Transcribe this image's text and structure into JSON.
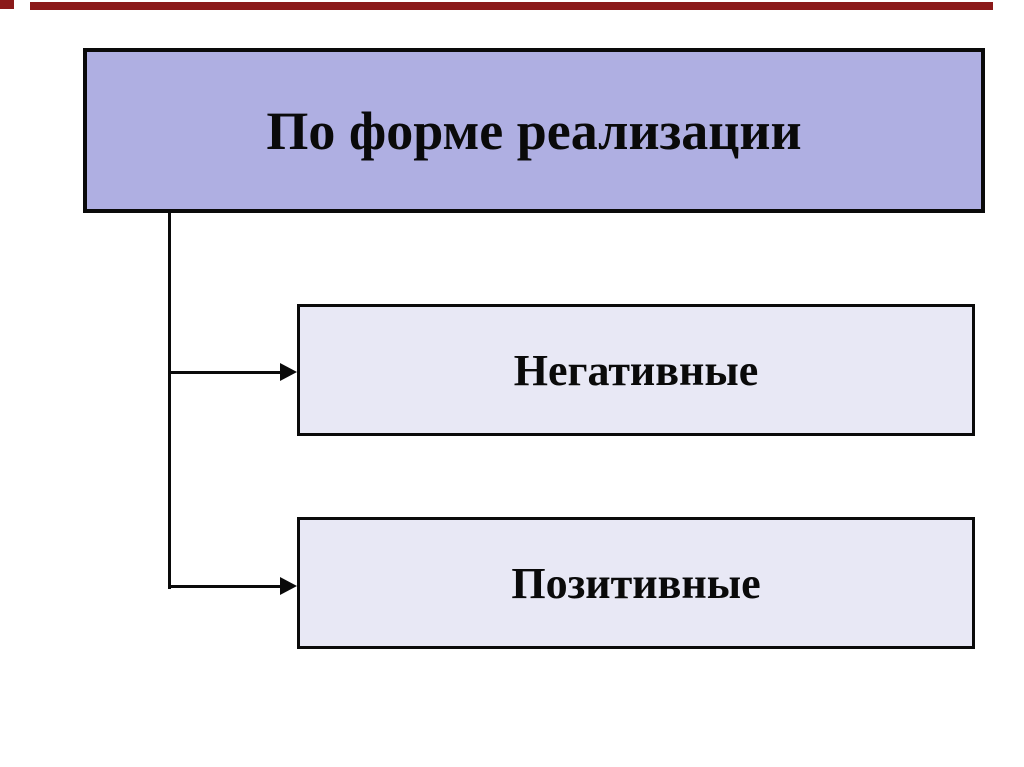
{
  "diagram": {
    "title": "По форме реализации",
    "children": [
      {
        "label": "Негативные"
      },
      {
        "label": "Позитивные"
      }
    ]
  },
  "colors": {
    "accent-red": "#8B1A1A",
    "title-fill": "#afafe2",
    "child-fill": "#e8e8f5",
    "line-black": "#0a0a0a"
  }
}
